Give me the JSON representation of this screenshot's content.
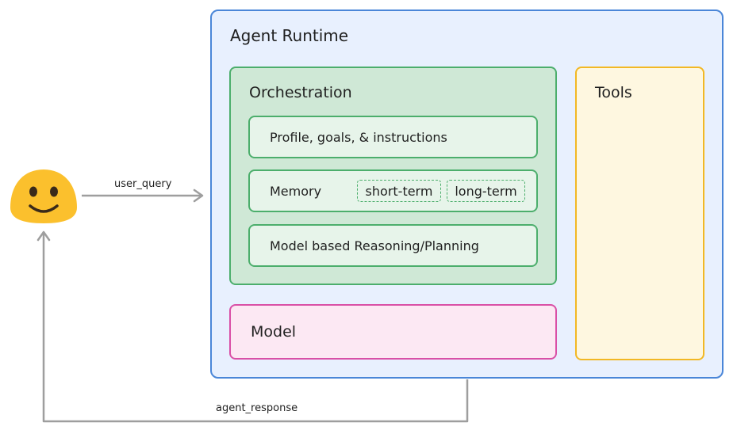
{
  "runtime": {
    "title": "Agent Runtime"
  },
  "orchestration": {
    "title": "Orchestration",
    "components": {
      "profile": "Profile, goals, & instructions",
      "memory": "Memory",
      "memory_short": "short-term",
      "memory_long": "long-term",
      "reasoning": "Model based Reasoning/Planning"
    }
  },
  "model": {
    "title": "Model"
  },
  "tools": {
    "title": "Tools"
  },
  "flows": {
    "user_query": "user_query",
    "agent_response": "agent_response"
  },
  "colors": {
    "runtime_border": "#4a86d8",
    "runtime_fill": "#e8f0fe",
    "orchestration_border": "#4cae6c",
    "orchestration_fill": "#cfe8d6",
    "model_border": "#d94fa6",
    "model_fill": "#fce8f3",
    "tools_border": "#f2b824",
    "tools_fill": "#fef7e0",
    "user_icon": "#fbc02d",
    "arrow": "#9e9e9e"
  },
  "icons": {
    "user": "smiley-face-icon"
  }
}
